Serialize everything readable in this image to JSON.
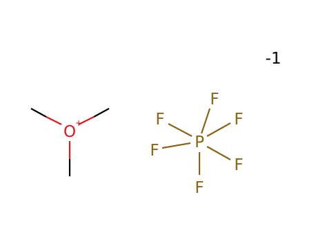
{
  "molecules": {
    "cation": {
      "oxygen_label": "O",
      "oxygen_charge": "+",
      "oxygen_color": "#e8141c",
      "bond_color": "#000000"
    },
    "anion": {
      "phosphorus_label": "P",
      "fluorine_labels": [
        "F",
        "F",
        "F",
        "F",
        "F",
        "F"
      ],
      "atom_color": "#8b6514",
      "bond_color": "#8b6514"
    }
  },
  "net_charge_label": "-1"
}
